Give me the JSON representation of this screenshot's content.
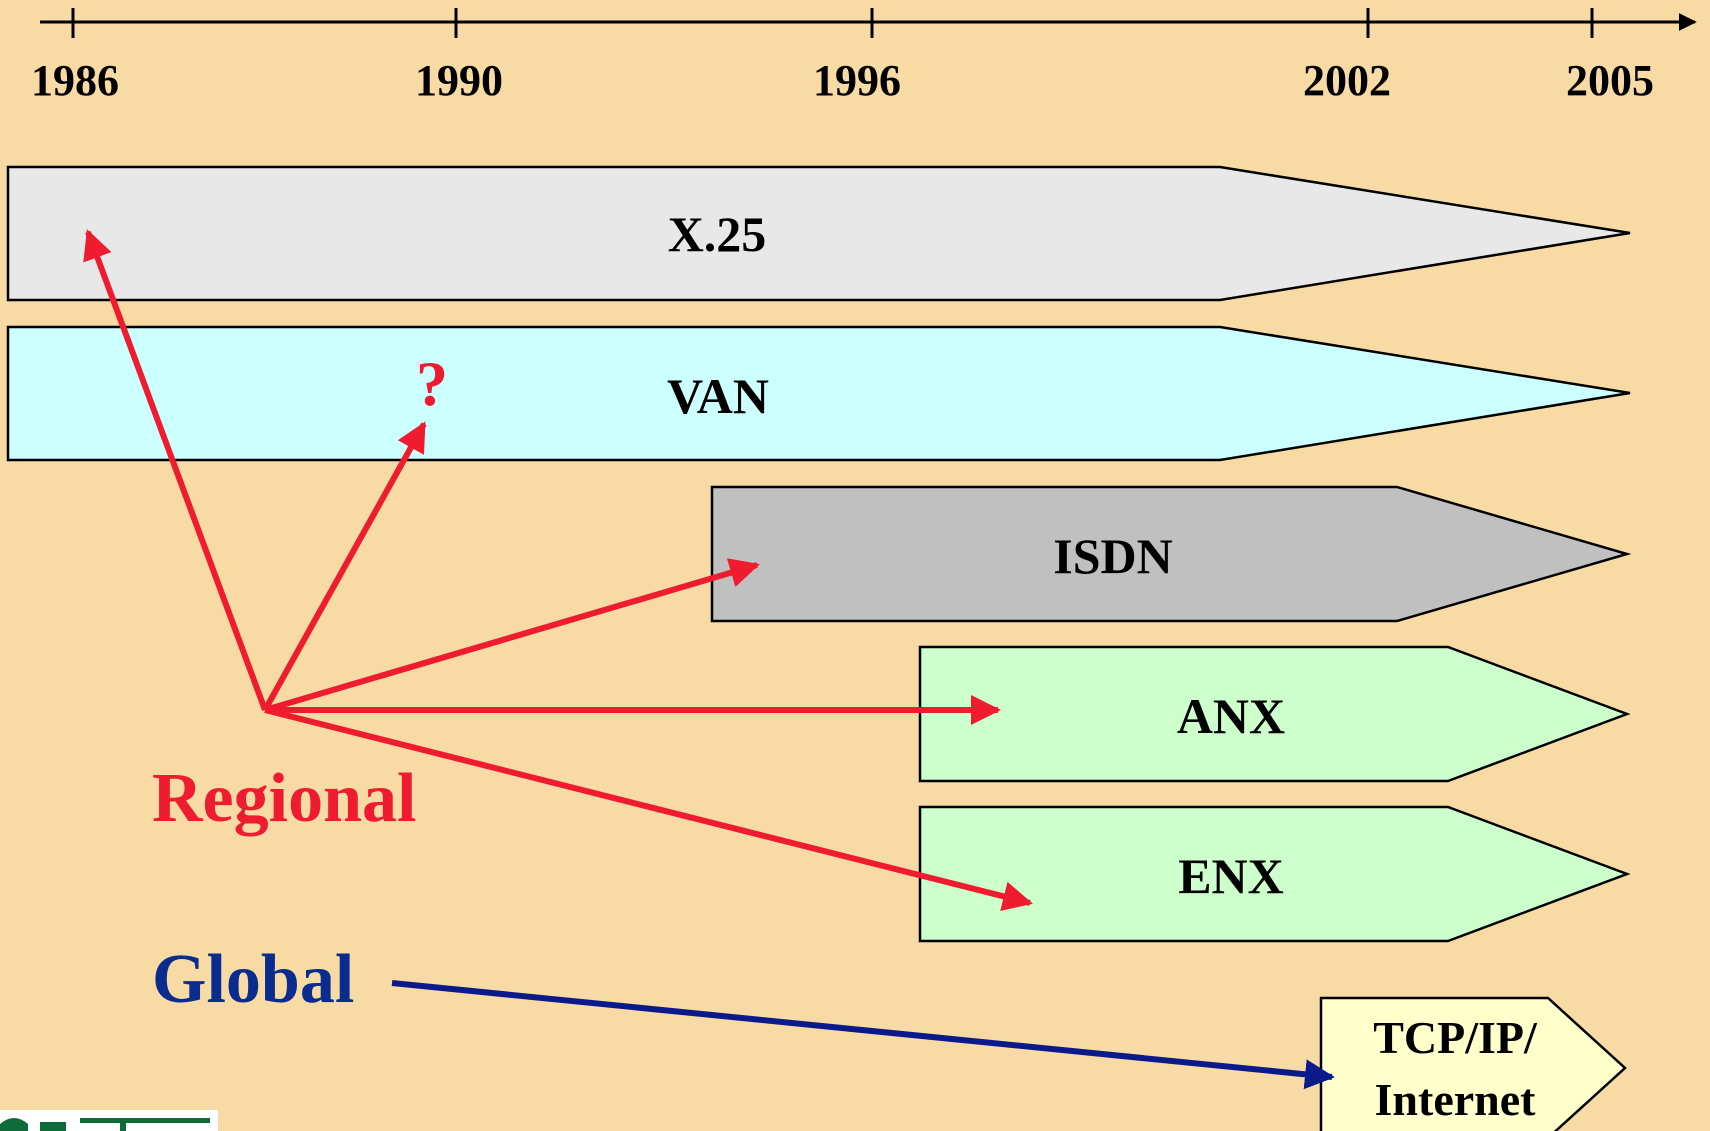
{
  "timeline": {
    "years": [
      "1986",
      "1990",
      "1996",
      "2002",
      "2005"
    ]
  },
  "bands": [
    {
      "id": "x25",
      "label": "X.25",
      "fill": "#e8e8e8"
    },
    {
      "id": "van",
      "label": "VAN",
      "fill": "#ccffff"
    },
    {
      "id": "isdn",
      "label": "ISDN",
      "fill": "#c0c0c0"
    },
    {
      "id": "anx",
      "label": "ANX",
      "fill": "#ccffcc"
    },
    {
      "id": "enx",
      "label": "ENX",
      "fill": "#ccffcc"
    },
    {
      "id": "tcpip",
      "label_line1": "TCP/IP/",
      "label_line2": "Internet",
      "fill": "#ffffcc"
    }
  ],
  "labels": {
    "regional": "Regional",
    "global": "Global",
    "question": "?"
  },
  "colors": {
    "background": "#f8dba4",
    "regional_arrow": "#ee1c2e",
    "global_arrow": "#0b1a8a",
    "outline": "#000000"
  }
}
